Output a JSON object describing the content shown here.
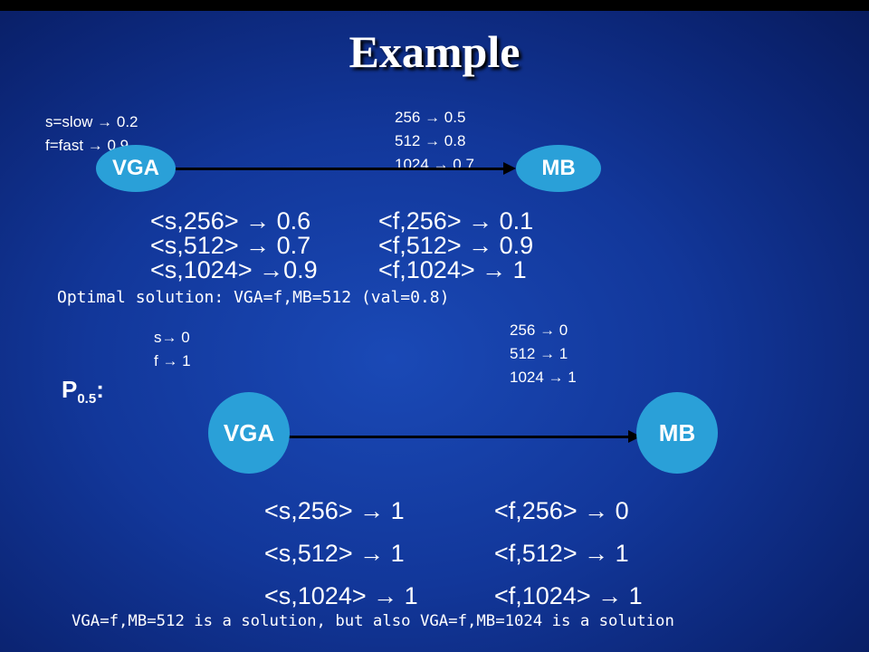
{
  "title": "Example",
  "top_diagram": {
    "vga_domain": [
      "s=slow → 0.2",
      "f=fast → 0.9"
    ],
    "mb_domain": [
      "256 → 0.5",
      "512 → 0.8",
      "1024 → 0.7"
    ],
    "node_vga": "VGA",
    "node_mb": "MB",
    "pairs_s": [
      "<s,256> → 0.6",
      "<s,512> → 0.7",
      "<s,1024> →0.9"
    ],
    "pairs_f": [
      "<f,256> → 0.1",
      "<f,512> → 0.9",
      "<f,1024> → 1"
    ],
    "optimal": "Optimal solution: VGA=f,MB=512 (val=0.8)"
  },
  "bottom_diagram": {
    "label_main": "P",
    "label_sub": "0.5",
    "label_colon": ":",
    "vga_domain": [
      "s→ 0",
      "f → 1"
    ],
    "mb_domain": [
      "256 → 0",
      "512 → 1",
      "1024 → 1"
    ],
    "node_vga": "VGA",
    "node_mb": "MB",
    "pairs_s": [
      "<s,256> → 1",
      "<s,512> → 1",
      "<s,1024> → 1"
    ],
    "pairs_f": [
      "<f,256> → 0",
      "<f,512> → 1",
      "<f,1024> → 1"
    ],
    "solution": "VGA=f,MB=512 is a solution, but also VGA=f,MB=1024 is a solution"
  },
  "colors": {
    "node_fill": "#2aa0d8",
    "edge": "#000000",
    "text": "#ffffff",
    "background": "#12379a"
  }
}
